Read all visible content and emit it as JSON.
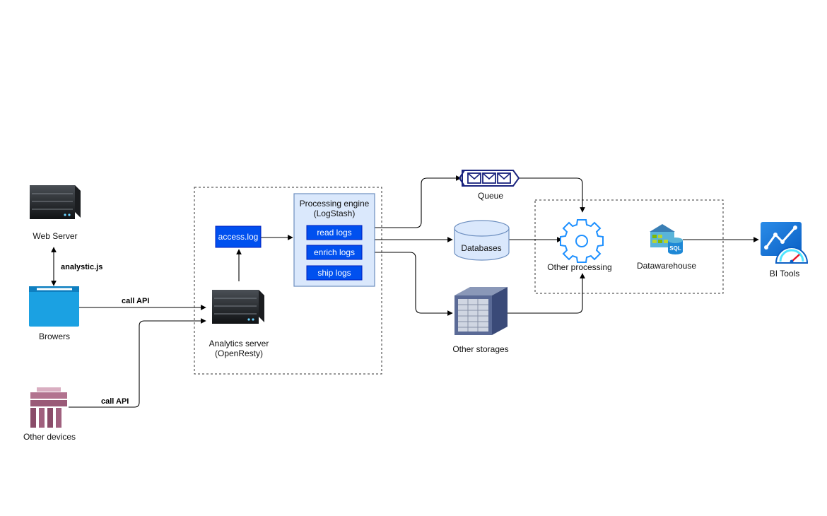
{
  "nodes": {
    "web_server": "Web Server",
    "browsers": "Browers",
    "other_devices": "Other devices",
    "analytics_server_line1": "Analytics server",
    "analytics_server_line2": "(OpenResty)",
    "access_log": "access.log",
    "processing_engine_line1": "Processing engine",
    "processing_engine_line2": "(LogStash)",
    "read_logs": "read logs",
    "enrich_logs": "enrich logs",
    "ship_logs": "ship logs",
    "queue": "Queue",
    "databases": "Databases",
    "other_storages": "Other storages",
    "other_processing": "Other processing",
    "datawarehouse": "Datawarehouse",
    "bi_tools": "BI Tools"
  },
  "edge_labels": {
    "analytic_js": "analystic.js",
    "call_api_browser": "call API",
    "call_api_devices": "call API"
  },
  "icon_badges": {
    "sql": "SQL"
  },
  "icons": {
    "web_server": "server-icon",
    "analytics_server": "server-icon",
    "browsers": "browser-window-icon",
    "other_devices": "devices-icon",
    "queue": "message-queue-icon",
    "databases": "database-cylinder-icon",
    "other_storages": "storage-array-icon",
    "other_processing": "gear-icon",
    "datawarehouse": "warehouse-sql-icon",
    "bi_tools": "chart-gauge-icon"
  },
  "colors": {
    "process_button": "#0050ef",
    "engine_fill": "#dae8fc",
    "engine_stroke": "#6c8ebf",
    "gear_blue": "#1e90ff",
    "db_fill": "#dae8fc",
    "browser_blue": "#1ba1e2",
    "devices_pink": "#a0607e",
    "queue_navy": "#1a237e",
    "bi_blue": "#0078d4"
  }
}
